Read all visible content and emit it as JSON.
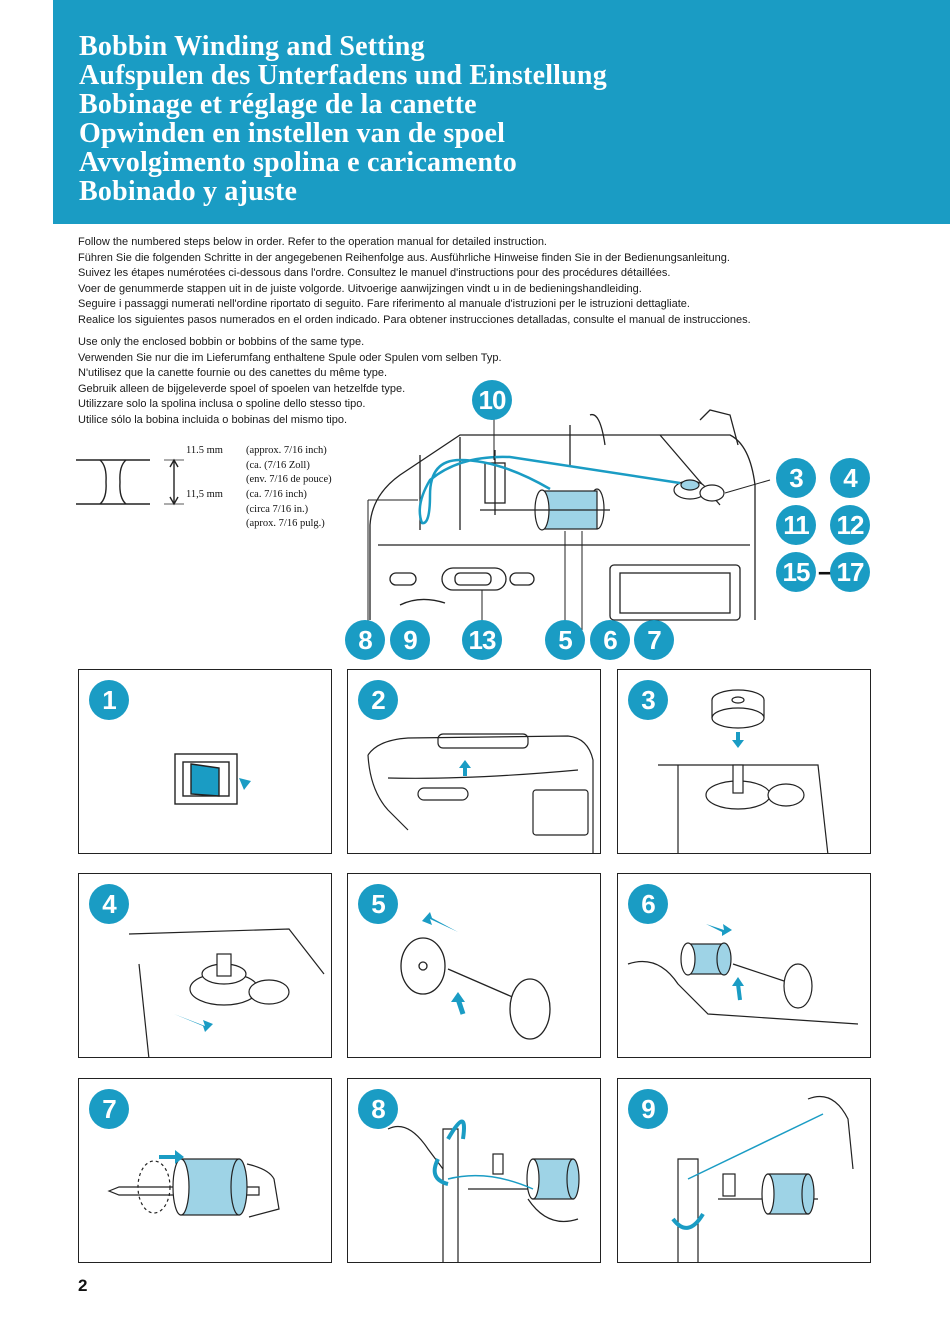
{
  "title_lines": [
    "Bobbin Winding and Setting",
    "Aufspulen des Unterfadens und Einstellung",
    "Bobinage et réglage de la canette",
    "Opwinden en instellen van de spoel",
    "Avvolgimento spolina e caricamento",
    "Bobinado y ajuste"
  ],
  "intro_lines": [
    "Follow the numbered steps below in order. Refer to the operation manual for detailed instruction.",
    "Führen Sie die folgenden Schritte in der angegebenen Reihenfolge aus. Ausführliche Hinweise finden Sie in der Bedienungsanleitung.",
    "Suivez les étapes numérotées ci-dessous dans l'ordre. Consultez le manuel d'instructions pour des procédures détaillées.",
    "Voer de genummerde stappen uit in de juiste volgorde. Uitvoerige aanwijzingen vindt u in de bedieningshandleiding.",
    "Seguire i passaggi numerati nell'ordine riportato di seguito. Fare riferimento al manuale d'istruzioni per le istruzioni dettagliate.",
    "Realice los siguientes pasos numerados en el orden indicado. Para obtener instrucciones detalladas, consulte el manual de instrucciones."
  ],
  "bobbin_lines": [
    "Use only the enclosed bobbin or bobbins of the same type.",
    "Verwenden Sie nur die im Lieferumfang enthaltene Spule oder Spulen vom selben Typ.",
    "N'utilisez que la canette fournie ou des canettes du même type.",
    "Gebruik alleen de bijgeleverde spoel of spoelen van hetzelfde type.",
    "Utilizzare solo la spolina inclusa o spoline dello stesso tipo.",
    "Utilice sólo la bobina incluida o bobinas del mismo tipo."
  ],
  "dimension": {
    "mm_dot": "11.5 mm",
    "mm_comma": "11,5 mm",
    "notes": [
      "(approx. 7/16 inch)",
      "(ca. (7/16 Zoll)",
      "(env. 7/16 de pouce)",
      "(ca. 7/16 inch)",
      "(circa 7/16 in.)",
      "(aprox. 7/16 pulg.)"
    ]
  },
  "overview_callouts": {
    "n10": "10",
    "n3": "3",
    "n4": "4",
    "n11": "11",
    "n12": "12",
    "n15": "15",
    "range_dash": "–",
    "n17": "17",
    "n8": "8",
    "n9": "9",
    "n13": "13",
    "n5": "5",
    "n6": "6",
    "n7": "7"
  },
  "steps": [
    {
      "number": "1"
    },
    {
      "number": "2"
    },
    {
      "number": "3"
    },
    {
      "number": "4"
    },
    {
      "number": "5"
    },
    {
      "number": "6"
    },
    {
      "number": "7"
    },
    {
      "number": "8"
    },
    {
      "number": "9"
    }
  ],
  "page_number": "2",
  "colors": {
    "accent": "#1a9cc4",
    "line": "#222222"
  }
}
